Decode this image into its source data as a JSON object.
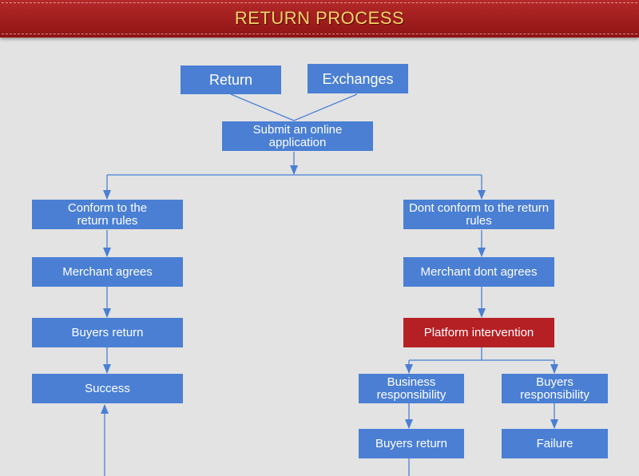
{
  "header": {
    "title": "RETURN PROCESS"
  },
  "colors": {
    "banner": "#a01e1e",
    "title_text": "#f4d46c",
    "node": "#4a7fd4",
    "alert_node": "#b52025",
    "connector": "#4a7fd4",
    "background": "#e3e3e3"
  },
  "nodes": {
    "return": "Return",
    "exchanges": "Exchanges",
    "submit": "Submit an online application",
    "conform": "Conform to the return rules",
    "dont_conform": "Dont conform to the return rules",
    "merchant_agrees": "Merchant agrees",
    "merchant_dont_agrees": "Merchant dont agrees",
    "buyers_return_left": "Buyers return",
    "platform_intervention": "Platform intervention",
    "success": "Success",
    "business_responsibility": "Business responsibility",
    "buyers_responsibility": "Buyers responsibility",
    "buyers_return_right": "Buyers return",
    "failure": "Failure"
  }
}
